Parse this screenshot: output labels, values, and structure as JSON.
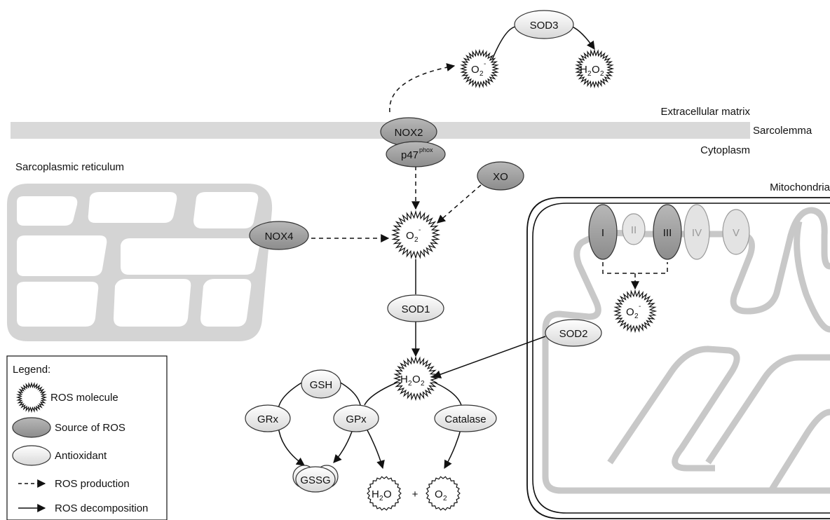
{
  "regions": {
    "extracellular": "Extracellular matrix",
    "sarcolemma": "Sarcolemma",
    "cytoplasm": "Cytoplasm",
    "sr": "Sarcoplasmic reticulum",
    "mito": "Mitochondria"
  },
  "sources": {
    "nox2": "NOX2",
    "p47_base": "p47",
    "p47_sup": "phox",
    "xo": "XO",
    "nox4": "NOX4"
  },
  "antioxidants": {
    "sod3": "SOD3",
    "sod1": "SOD1",
    "sod2": "SOD2",
    "gsh": "GSH",
    "grx": "GRx",
    "gpx": "GPx",
    "catalase": "Catalase",
    "gssg": "GSSG"
  },
  "molecules": {
    "o2_base": "O",
    "o2_sub": "2",
    "o2_sup": "-",
    "h_base": "H",
    "h_sub": "2",
    "o_base": "O",
    "o_sub": "2",
    "water_h": "H",
    "water_sub": "2",
    "water_o": "O",
    "plus": "+",
    "oxygen_o": "O",
    "oxygen_sub": "2"
  },
  "complexes": [
    "I",
    "II",
    "III",
    "IV",
    "V"
  ],
  "legend": {
    "title": "Legend:",
    "items": [
      "ROS molecule",
      "Source of ROS",
      "Antioxidant",
      "ROS production",
      "ROS decomposition"
    ]
  },
  "colors": {
    "source_fill": "#a6a6a6",
    "antioxidant_fill": "#ffffff",
    "membrane": "#d9d9d9",
    "sr_fill": "#d0d0d0",
    "mito_cristae": "#c8c8c8"
  }
}
